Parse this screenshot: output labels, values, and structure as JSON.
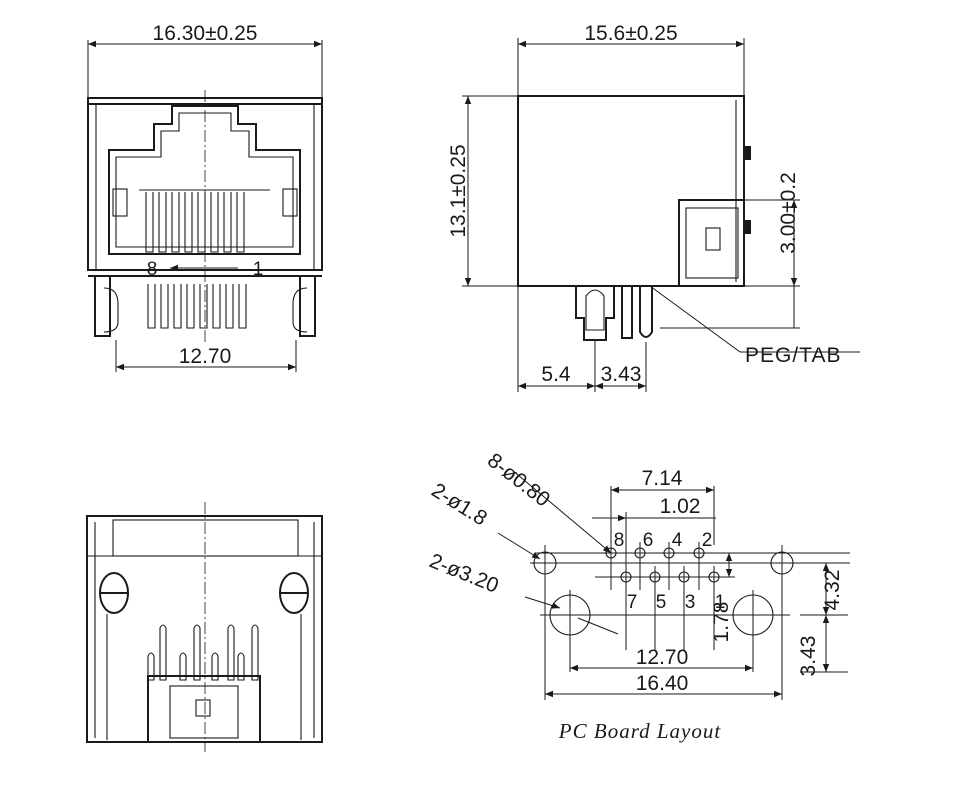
{
  "views": {
    "front": {
      "width_dim": "16.30±0.25",
      "pitch_dim": "12.70",
      "pin_first": "1",
      "pin_last": "8"
    },
    "side": {
      "depth_dim": "15.6±0.25",
      "height_dim": "13.1±0.25",
      "tab_dim": "3.00±0.2",
      "offset_dim_1": "5.4",
      "offset_dim_2": "3.43",
      "peg_label": "PEG/TAB"
    },
    "rear": {},
    "pcb_layout": {
      "caption": "PC Board Layout",
      "hole_callout_contacts": "8-ø0.80",
      "hole_callout_small": "2-ø1.8",
      "hole_callout_large": "2-ø3.20",
      "dim_row_span": "7.14",
      "dim_pitch": "1.02",
      "dim_row_gap": "1.78",
      "dim_peg_spacing": "12.70",
      "dim_tab_spacing": "16.40",
      "dim_vertical_upper": "4.32",
      "dim_vertical_lower": "3.43",
      "pin_numbers_top": [
        "8",
        "6",
        "4",
        "2"
      ],
      "pin_numbers_bottom": [
        "7",
        "5",
        "3",
        "1"
      ]
    }
  }
}
